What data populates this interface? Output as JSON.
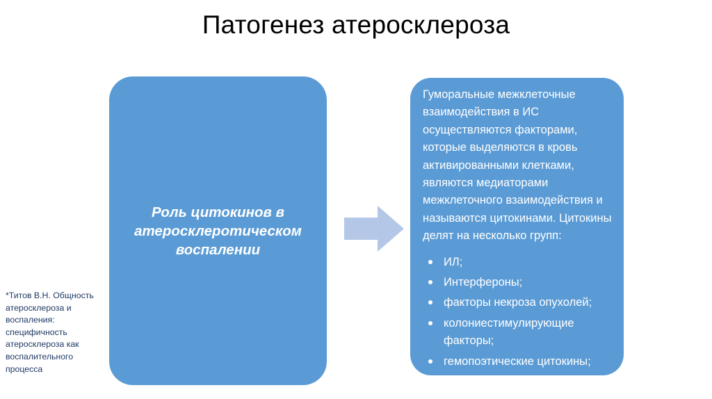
{
  "slide": {
    "title": "Патогенез атеросклероза"
  },
  "left_box": {
    "text": "Роль цитокинов в\nатеросклеротическом\nвоспалении"
  },
  "arrow": {
    "icon": "right-arrow-icon",
    "color": "#B4C7E7"
  },
  "right_box": {
    "paragraph": "Гуморальные межклеточные взаимодействия в ИС осуществляются факторами, которые выделяются в кровь активированными клетками, являются медиаторами межклеточного взаимодействия и называются цитокинами. Цитокины делят на несколько групп:",
    "bullets": [
      "ИЛ;",
      "Интерфероны;",
      "факторы некроза опухолей;",
      "колониестимулирующие факторы;",
      "гемопоэтические цитокины;"
    ]
  },
  "footnote": {
    "text": "*Титов В.Н. Общность атеросклероза и воспаления: специфичность атеросклероза как воспалительного процесса"
  },
  "colors": {
    "box_blue": "#5B9BD5",
    "arrow_blue": "#B4C7E7",
    "footnote_navy": "#1F3864",
    "title_black": "#000000",
    "background": "#ffffff"
  }
}
